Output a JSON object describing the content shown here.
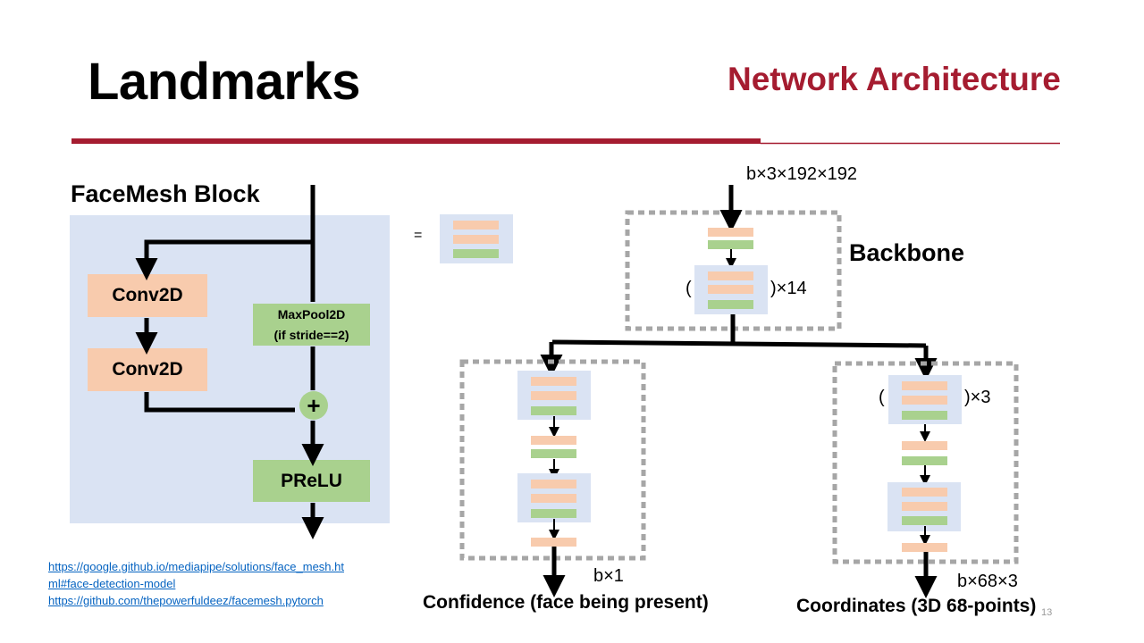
{
  "title": "Landmarks",
  "subtitle": "Network Architecture",
  "colors": {
    "accent": "#a51c30",
    "panel": "#dae3f3",
    "conv": "#f8cbad",
    "activation": "#a9d18e",
    "dashed_border": "#a6a6a6"
  },
  "facemesh_block": {
    "title": "FaceMesh Block",
    "conv1_label": "Conv2D",
    "conv2_label": "Conv2D",
    "maxpool_label_line1": "MaxPool2D",
    "maxpool_label_line2": "(if stride==2)",
    "add_symbol": "+",
    "prelu_label": "PReLU"
  },
  "legend_equals": "=",
  "backbone": {
    "input_shape": "b×3×192×192",
    "title": "Backbone",
    "repeat_open": "(",
    "repeat_close": ")×14"
  },
  "confidence_head": {
    "output_shape": "b×1",
    "label": "Confidence (face being present)"
  },
  "coordinates_head": {
    "repeat_open": "(",
    "repeat_close": ")×3",
    "output_shape": "b×68×3",
    "label": "Coordinates (3D 68-points)"
  },
  "links": {
    "line1": "https://google.github.io/mediapipe/solutions/face_mesh.ht",
    "line2": "ml#face-detection-model",
    "line3": "https://github.com/thepowerfuldeez/facemesh.pytorch"
  },
  "page_number": "13"
}
